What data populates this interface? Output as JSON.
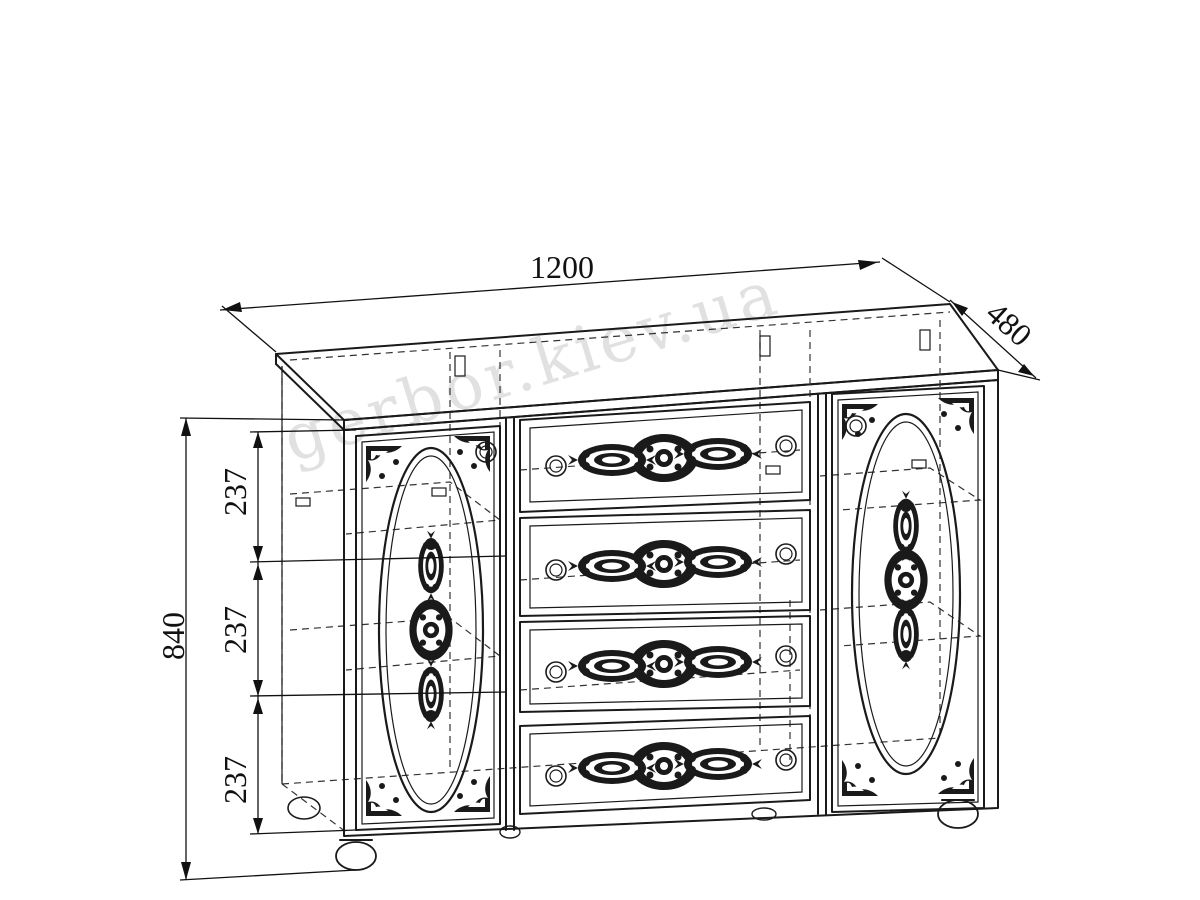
{
  "dimensions": {
    "width": "1200",
    "depth": "480",
    "height": "840",
    "section_heights": [
      "237",
      "237",
      "237"
    ]
  },
  "watermark": "gerbor.kiev.ua",
  "drawer_count": 4,
  "door_count": 2
}
